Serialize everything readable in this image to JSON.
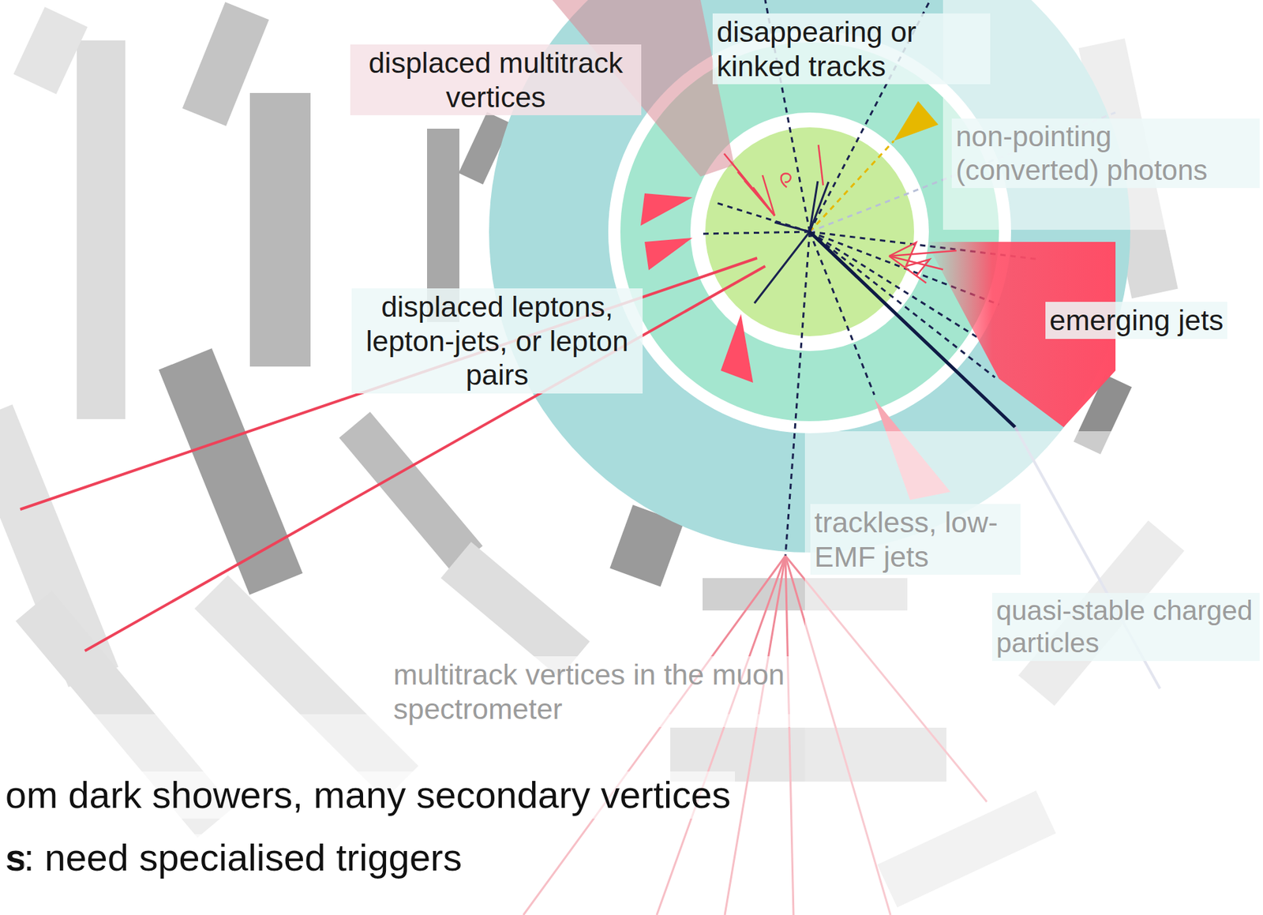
{
  "diagram": {
    "labels": [
      "displaced multitrack vertices",
      "disappearing or kinked tracks",
      "non-pointing (converted) photons",
      "emerging jets",
      "displaced leptons, lepton-jets, or lepton pairs",
      "trackless, low-EMF jets",
      "quasi-stable charged particles",
      "multitrack vertices in the muon spectrometer",
      "om dark showers, many secondary vertices",
      "s",
      ": need specialised triggers"
    ]
  }
}
